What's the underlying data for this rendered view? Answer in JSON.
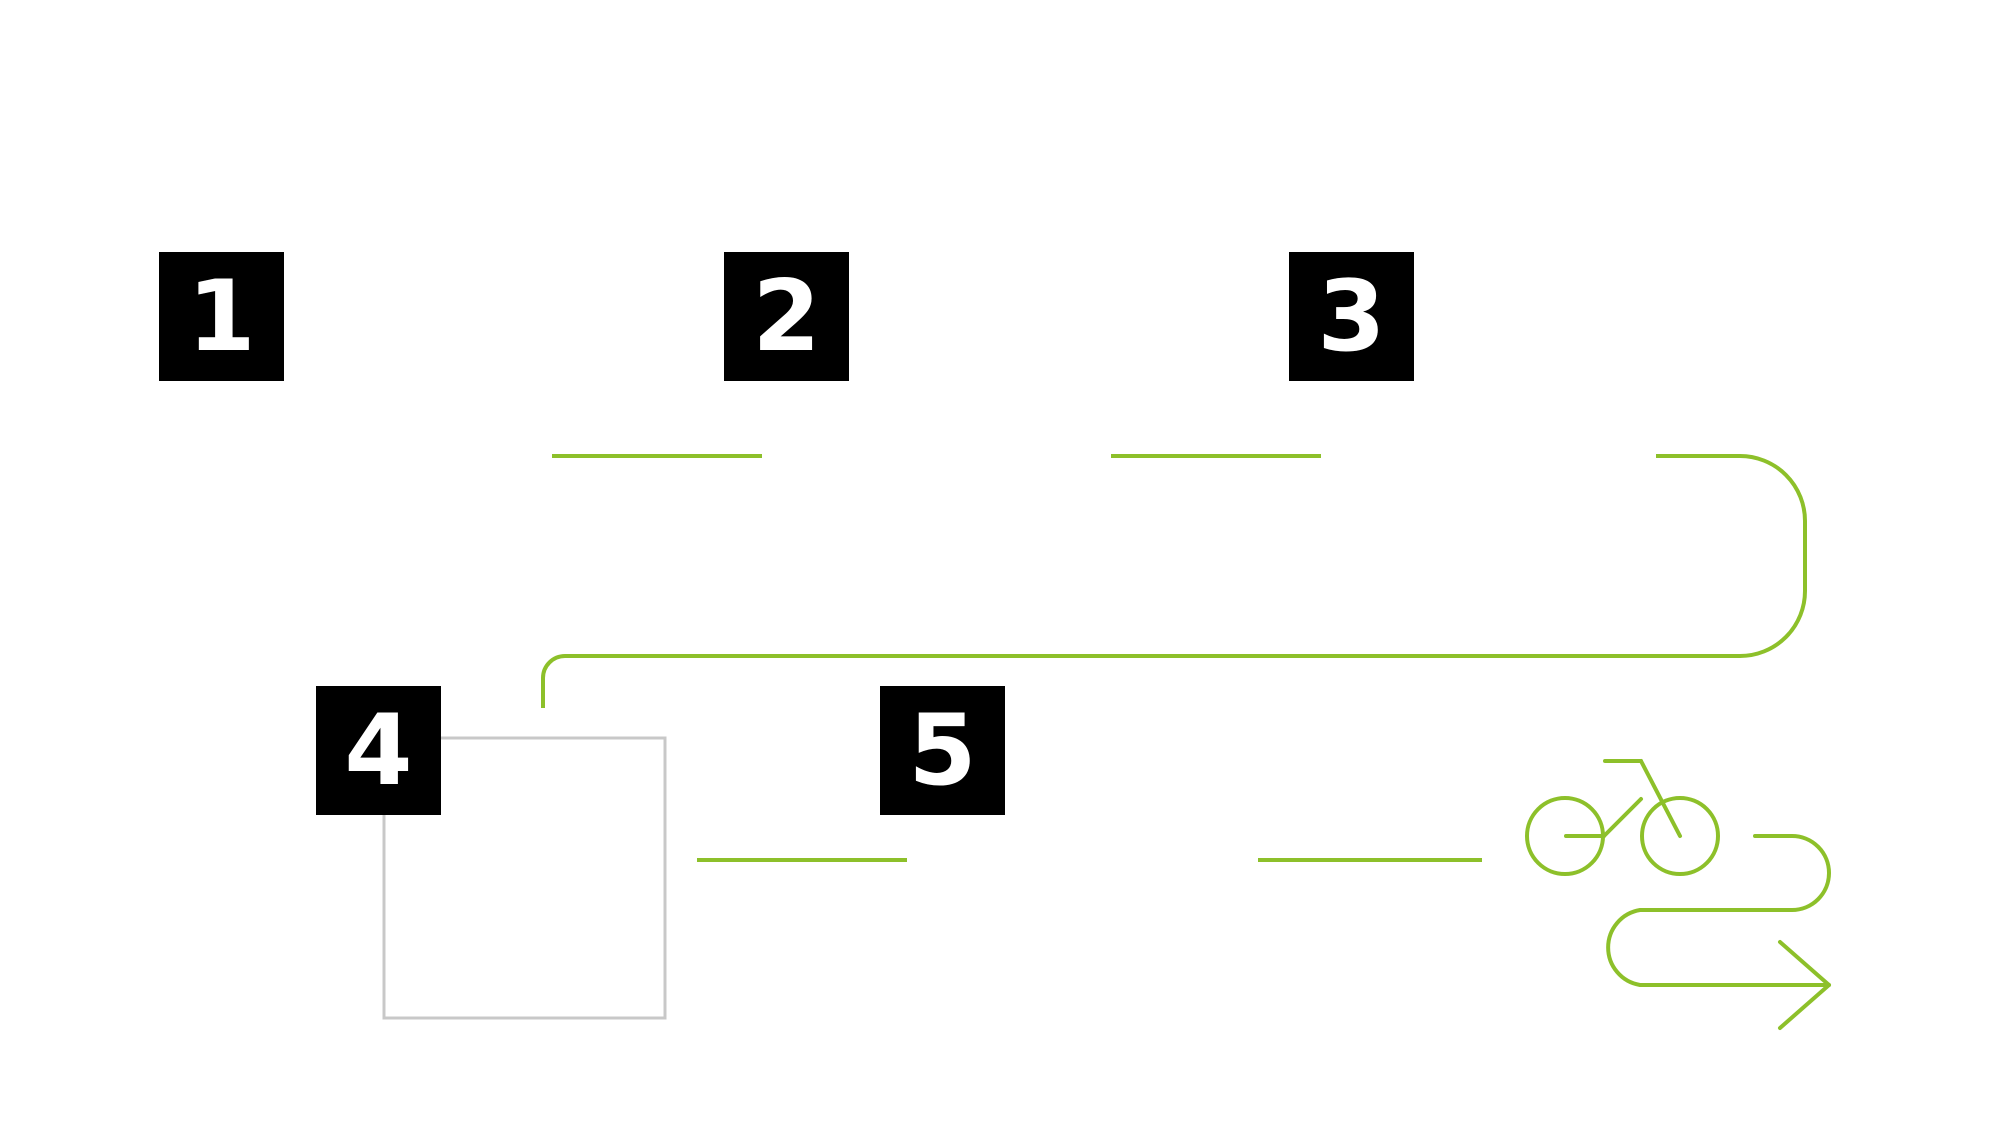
{
  "colors": {
    "accent": "#8dc02a",
    "box": "#000000",
    "number_text": "#ffffff",
    "placeholder_border": "#c8c8c8",
    "background": "#ffffff"
  },
  "steps": [
    {
      "label": "1"
    },
    {
      "label": "2"
    },
    {
      "label": "3"
    },
    {
      "label": "4"
    },
    {
      "label": "5"
    }
  ],
  "icons": {
    "bicycle": "bicycle-icon",
    "route_arrow": "winding-arrow-icon"
  }
}
